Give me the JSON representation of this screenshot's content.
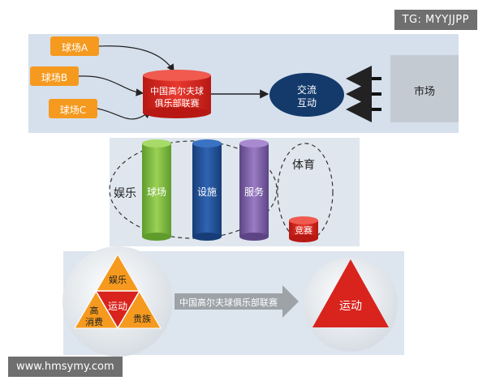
{
  "watermark": {
    "top_right": "TG: MYYJJPP",
    "bottom_left": "www.hmsymy.com"
  },
  "top": {
    "courses": [
      "球场A",
      "球场B",
      "球场C"
    ],
    "club": [
      "中国高尔夫球",
      "俱乐部联赛"
    ],
    "exchange": [
      "交流",
      "互动"
    ],
    "market": "市场"
  },
  "middle": {
    "entertainment": "娱乐",
    "pillars": [
      "球场",
      "设施",
      "服务"
    ],
    "sports": "体育",
    "competition": "竞赛"
  },
  "bottom": {
    "triangle_labels": {
      "top": "娱乐",
      "center": "运动",
      "left_l1": "高",
      "left_l2": "消费",
      "right": "贵族"
    },
    "arrow_label": "中国高尔夫球俱乐部联赛",
    "result": "运动"
  },
  "colors": {
    "orange": "#f59a1e",
    "red": "#d9231d",
    "navy": "#133a6b",
    "green": "#7cb93a",
    "blue": "#1f4f96",
    "purple": "#7d5fa7",
    "gray": "#c9cdd3"
  }
}
